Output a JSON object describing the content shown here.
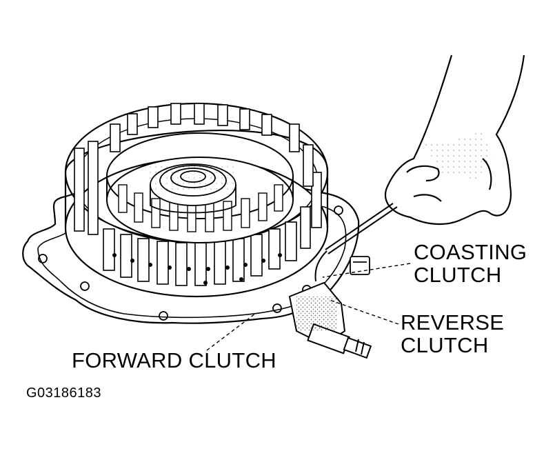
{
  "labels": {
    "coasting_clutch_line1": "COASTING",
    "coasting_clutch_line2": "CLUTCH",
    "reverse_clutch_line1": "REVERSE",
    "reverse_clutch_line2": "CLUTCH",
    "forward_clutch": "FORWARD CLUTCH",
    "figure_id": "G03186183"
  },
  "colors": {
    "ink": "#000000",
    "paper": "#ffffff"
  }
}
